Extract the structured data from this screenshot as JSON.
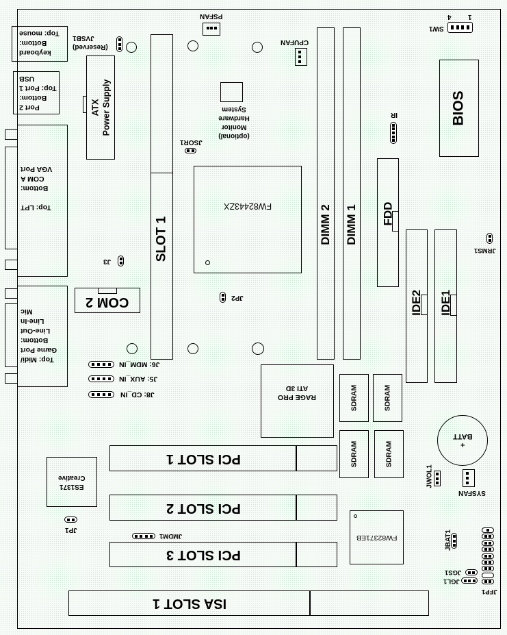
{
  "diagram": {
    "title": "Motherboard layout (rendered upside-down)",
    "orientation": "rotated 180 degrees",
    "colors": {
      "line": "#000000",
      "background": "#f7fbf7"
    }
  },
  "ports": {
    "keyboard_mouse": [
      "Top: mouse",
      "Bottom:",
      "keyboard"
    ],
    "usb": [
      "USB",
      "Top: Port 1",
      "Bottom:",
      "Port 2"
    ],
    "lpt_com_vga": [
      "Top: LPT",
      "Bottom:",
      "COM A",
      "VGA Port"
    ],
    "audio": [
      "Top: Midi/",
      "Game Port",
      "Bottom:",
      "Line-Out",
      "Line-In",
      "Mic"
    ]
  },
  "components": {
    "atx": [
      "ATX",
      "Power Supply"
    ],
    "slot1": "SLOT 1",
    "com2": "COM 2",
    "hw_monitor": [
      "System",
      "Hardware",
      "Monitor",
      "(optional)"
    ],
    "northbridge": "FW82443ZX",
    "dimm2": "DIMM 2",
    "dimm1": "DIMM 1",
    "fdd": "FDD",
    "ide2": "IDE2",
    "ide1": "IDE1",
    "bios": "BIOS",
    "ati": [
      "ATI 3D",
      "RAGE PRO"
    ],
    "sdram": [
      "SDRAM",
      "SDRAM",
      "SDRAM",
      "SDRAM"
    ],
    "batt": "BATT",
    "batt_plus": "+",
    "creative": [
      "Creative",
      "ES1371"
    ],
    "southbridge": "FW82371EB",
    "pci1": "PCI SLOT 1",
    "pci2": "PCI SLOT 2",
    "pci3": "PCI SLOT 3",
    "isa1": "ISA SLOT 1"
  },
  "connectors": {
    "jvsb1": [
      "JVSB1",
      "(Reserved)"
    ],
    "psfan": "PSFAN",
    "cpufan": "CPUFAN",
    "sw1": "SW1",
    "sw1_pin1": "1",
    "sw1_pin4": "4",
    "ir": "IR",
    "jsor1": "JSOR1",
    "j3": "J3",
    "jp2": "JP2",
    "jrms1": "JRMS1",
    "j6": "J6: MDM_IN",
    "j5": "J5: AUX_IN",
    "j8": "J8: CD_IN",
    "jwol1": "JWOL1",
    "sysfan": "SYSFAN",
    "jp1": "JP1",
    "jmdm1": "JMDM1",
    "jbat1": "JBAT1",
    "jgs1": "JGS1",
    "jgl1": "JGL1",
    "jfp1": "JFP1"
  }
}
